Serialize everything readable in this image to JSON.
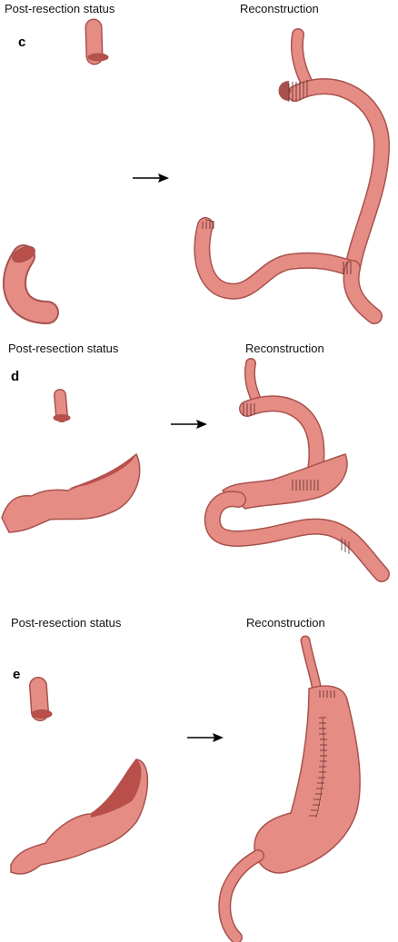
{
  "panels": [
    {
      "letter": "c",
      "left_title": "Post-resection status",
      "right_title": "Reconstruction"
    },
    {
      "letter": "d",
      "left_title": "Post-resection status",
      "right_title": "Reconstruction"
    },
    {
      "letter": "e",
      "left_title": "Post-resection status",
      "right_title": "Reconstruction"
    }
  ],
  "colors": {
    "tissue": "#e58c85",
    "tissue_dark": "#c86a64",
    "tissue_inner": "#b84f4b",
    "outline": "#a9524d",
    "suture": "#5a2a28",
    "arrow": "#000000"
  }
}
